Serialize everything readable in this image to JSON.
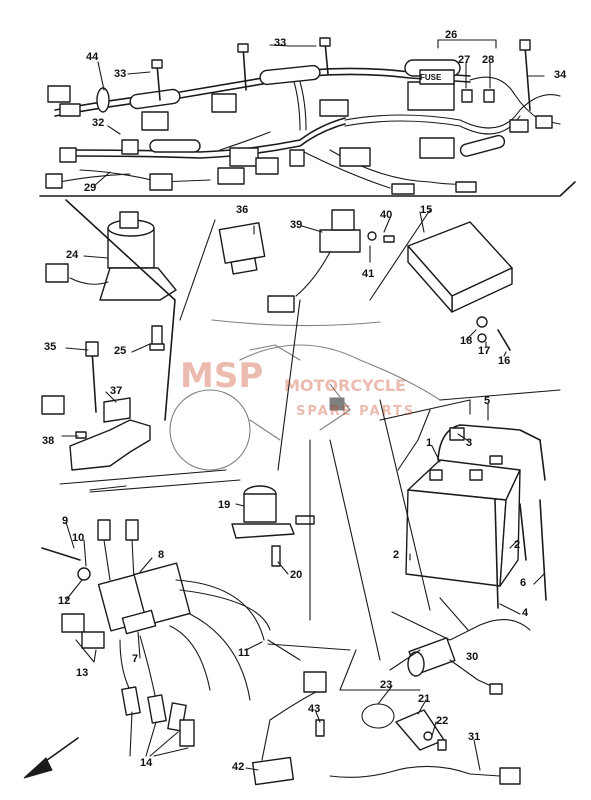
{
  "callouts": {
    "c1": "1",
    "c2a": "2",
    "c2b": "2",
    "c3": "3",
    "c4": "4",
    "c5": "5",
    "c6": "6",
    "c7": "7",
    "c8": "8",
    "c9": "9",
    "c10": "10",
    "c11": "11",
    "c12": "12",
    "c13": "13",
    "c14": "14",
    "c15": "15",
    "c16": "16",
    "c17": "17",
    "c18": "18",
    "c19": "19",
    "c20": "20",
    "c21": "21",
    "c22": "22",
    "c23": "23",
    "c24": "24",
    "c25": "25",
    "c26": "26",
    "c27": "27",
    "c28": "28",
    "c29": "29",
    "c30": "30",
    "c31": "31",
    "c32": "32",
    "c33a": "33",
    "c33b": "33",
    "c34": "34",
    "c35": "35",
    "c36": "36",
    "c37": "37",
    "c38": "38",
    "c39": "39",
    "c40": "40",
    "c41": "41",
    "c42": "42",
    "c43": "43",
    "c44": "44"
  },
  "fuse_label": "FUSE",
  "watermark": {
    "logo": "MSP",
    "line1": "MOTORCYCLE",
    "line2": "SPARE PARTS",
    "color": "#c83c1e"
  },
  "icons": {
    "direction": "front-arrow-icon"
  }
}
